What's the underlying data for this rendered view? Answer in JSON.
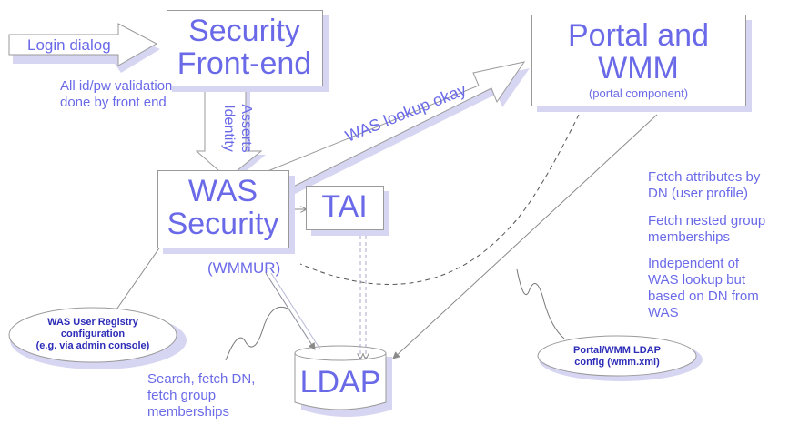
{
  "boxes": {
    "security_frontend": [
      "Security",
      "Front-end"
    ],
    "portal": {
      "title": [
        "Portal and",
        "WMM"
      ],
      "subtitle": "(portal component)"
    },
    "was_security": [
      "WAS",
      "Security"
    ],
    "tai": "TAI",
    "ldap": "LDAP"
  },
  "arrows": {
    "login": "Login dialog",
    "asserts_identity": [
      "Asserts",
      "Identity"
    ],
    "was_lookup_okay": "WAS lookup okay"
  },
  "notes": {
    "validation": [
      "All id/pw validation",
      "done by front end"
    ],
    "wmmur": "(WMMUR)",
    "search": [
      "Search, fetch DN,",
      "fetch group",
      "memberships"
    ],
    "fetch_attrs": [
      "Fetch attributes by",
      "DN (user profile)"
    ],
    "fetch_groups": [
      "Fetch nested group",
      "memberships"
    ],
    "independent": [
      "Independent of",
      "WAS lookup but",
      "based on DN from",
      "WAS"
    ]
  },
  "callouts": {
    "registry": [
      "WAS User Registry",
      "configuration",
      "(e.g. via admin console)"
    ],
    "portal_ldap": [
      "Portal/WMM LDAP",
      "config (wmm.xml)"
    ]
  },
  "colors": {
    "text": "#6a6ae8",
    "dark_text": "#2d2db8",
    "shadow": "#d6d6f2",
    "line": "#9a9a9a"
  }
}
